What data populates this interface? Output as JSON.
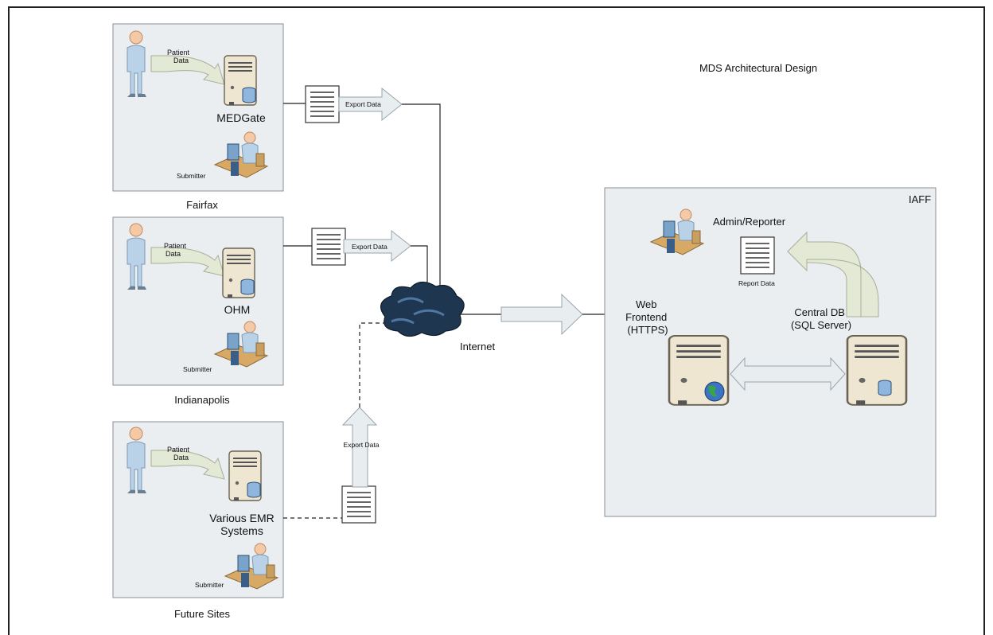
{
  "title": "MDS Architectural Design",
  "sites": [
    {
      "name": "Fairfax",
      "system": "MEDGate",
      "patient_label": "Patient\nData",
      "submitter": "Submitter",
      "export": "Export Data"
    },
    {
      "name": "Indianapolis",
      "system": "OHM",
      "patient_label": "Patient\nData",
      "submitter": "Submitter",
      "export": "Export Data"
    },
    {
      "name": "Future Sites",
      "system": "Various EMR\nSystems",
      "patient_label": "Patient\nData",
      "submitter": "Submitter",
      "export": "Export Data"
    }
  ],
  "internet": "Internet",
  "iaff": {
    "name": "IAFF",
    "admin": "Admin/Reporter",
    "report": "Report Data",
    "web": "Web\nFrontend\n(HTTPS)",
    "db": "Central DB\n(SQL Server)"
  }
}
